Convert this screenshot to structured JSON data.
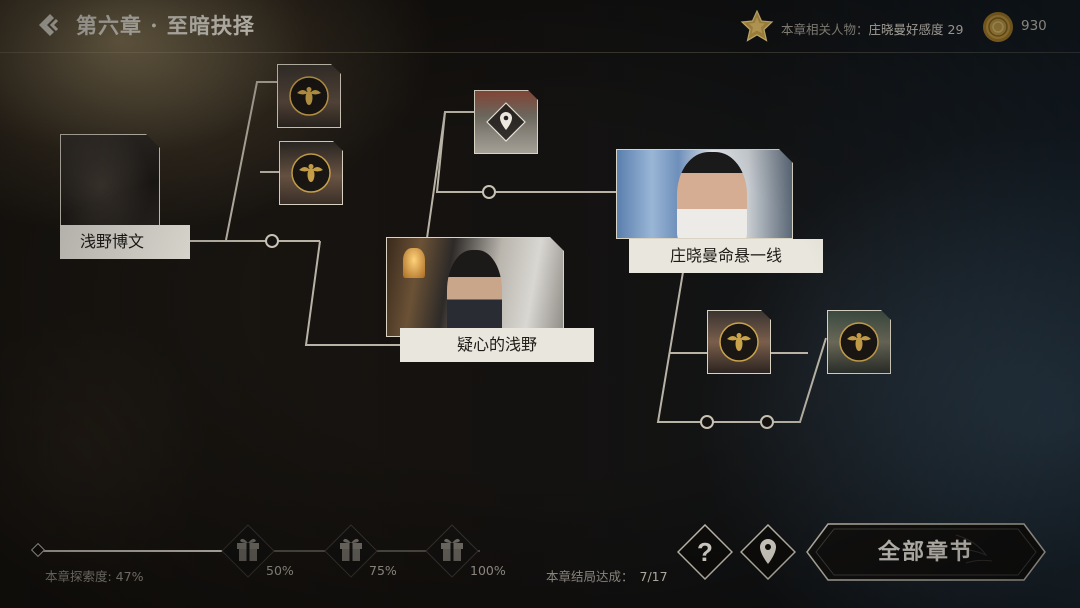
{
  "header": {
    "chapter_title": "第六章 · 至暗抉择",
    "affinity_prefix": "本章相关人物：",
    "affinity_value": "庄晓曼好感度 29",
    "coins": "930"
  },
  "nodes": {
    "left_scene_label": "浅野博文",
    "middle_scene_label": "疑心的浅野",
    "right_scene_label": "庄晓曼命悬一线",
    "locked_icon": "bee-emblem-icon",
    "location_icon": "map-pin-icon"
  },
  "footer": {
    "explore_label": "本章探索度:  47%",
    "explore_progress": 0.47,
    "rewards": [
      "50%",
      "75%",
      "100%"
    ],
    "ending_label": "本章结局达成：",
    "ending_value": "7/17",
    "all_chapters": "全部章节"
  },
  "colors": {
    "accent_gold": "#c9a24a",
    "line": "#b9b3a6",
    "label_bg": "#e9e6dd"
  }
}
